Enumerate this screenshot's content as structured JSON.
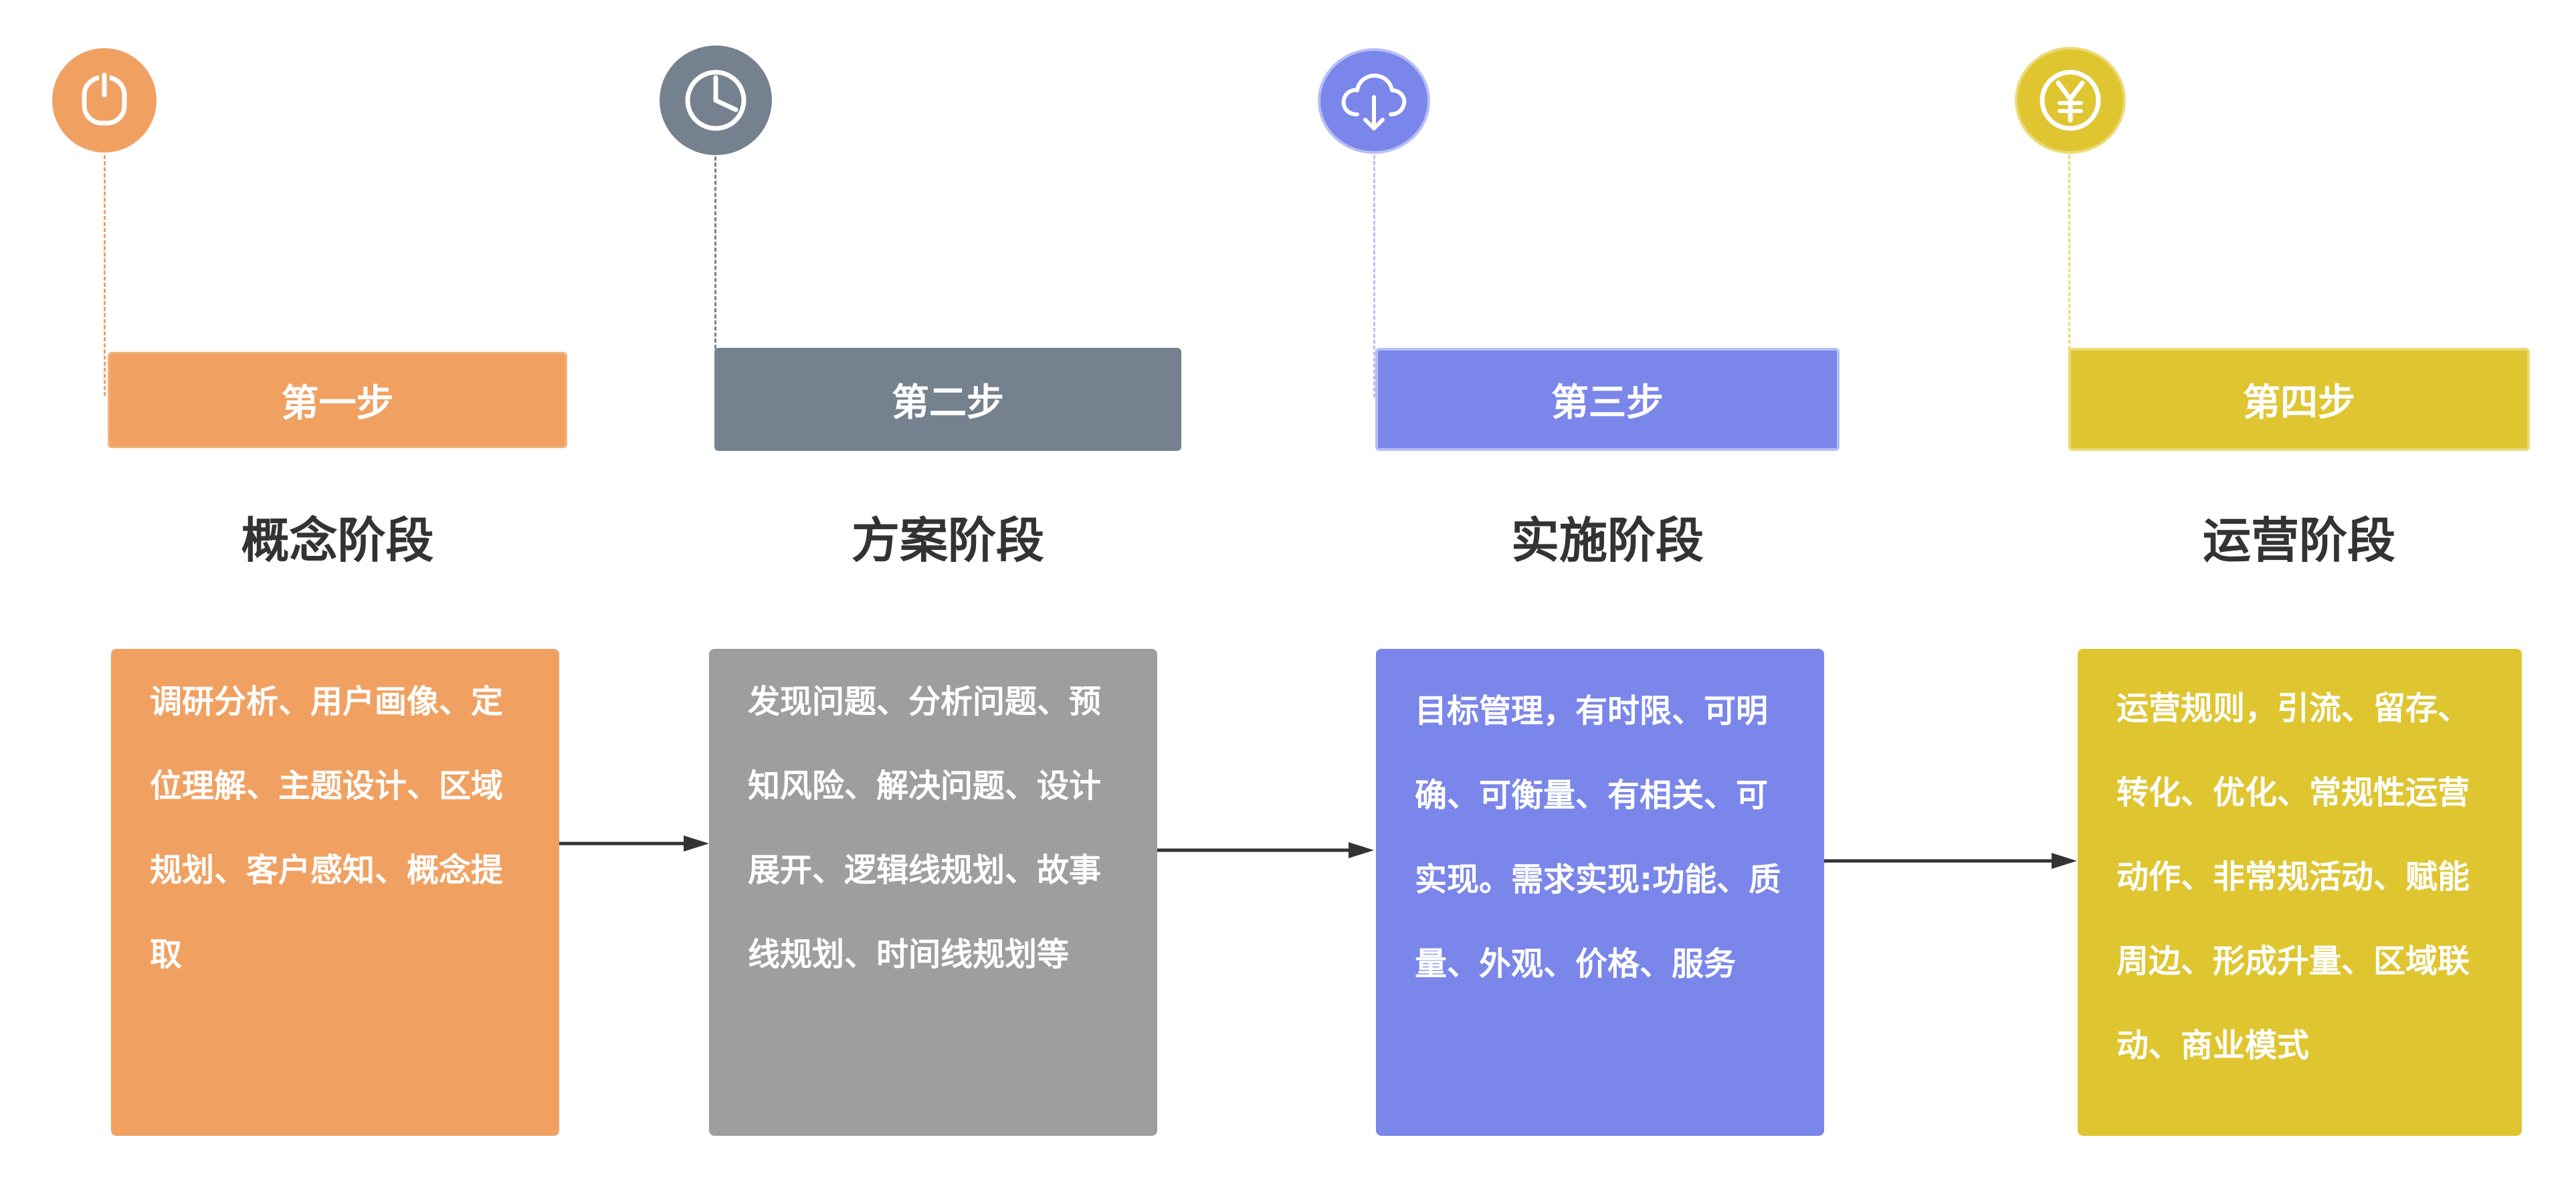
{
  "colors": {
    "orange": "#F0A161",
    "slate": "#76818F",
    "gray": "#9E9E9E",
    "blue": "#7B86EA",
    "yellow": "#DFC530",
    "text_dark": "#333333",
    "arrow": "#333333"
  },
  "stages": [
    {
      "step_label": "第一步",
      "title": "概念阶段",
      "icon": "power-icon",
      "content": "调研分析、用户画像、定位理解、主题设计、区域规划、客户感知、概念提取"
    },
    {
      "step_label": "第二步",
      "title": "方案阶段",
      "icon": "pie-chart-icon",
      "content": "发现问题、分析问题、预知风险、解决问题、设计展开、逻辑线规划、故事线规划、时间线规划等"
    },
    {
      "step_label": "第三步",
      "title": "实施阶段",
      "icon": "cloud-download-icon",
      "content": "目标管理，有时限、可明确、可衡量、有相关、可实现。需求实现:功能、质量、外观、价格、服务"
    },
    {
      "step_label": "第四步",
      "title": "运营阶段",
      "icon": "yen-icon",
      "content": "运营规则，引流、留存、转化、优化、常规性运营动作、非常规活动、赋能周边、形成升量、区域联动、商业模式"
    }
  ]
}
